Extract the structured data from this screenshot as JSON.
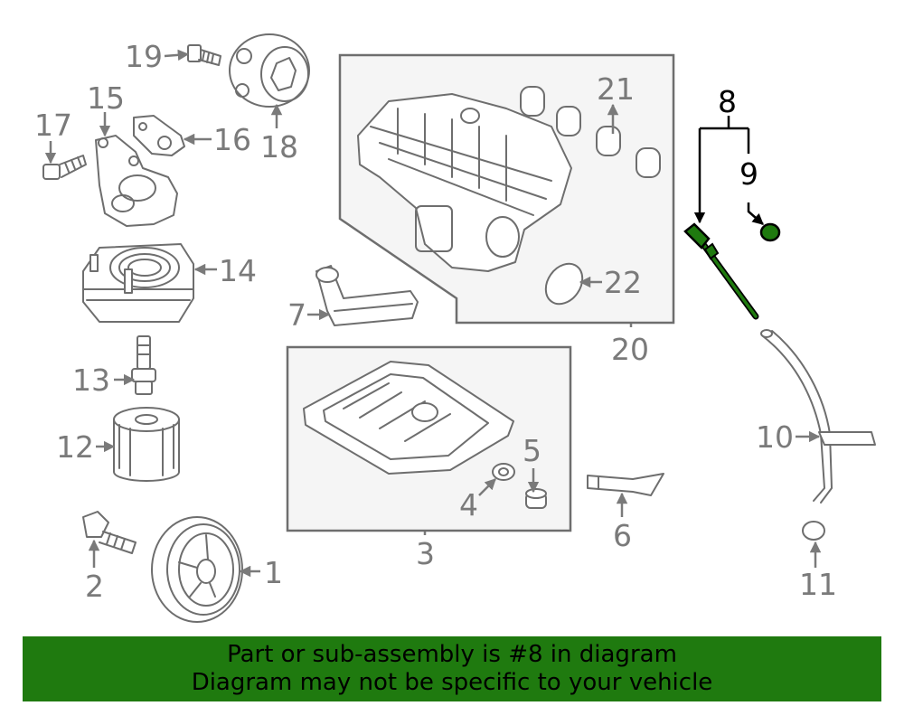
{
  "callouts": {
    "c1": "1",
    "c2": "2",
    "c3": "3",
    "c4": "4",
    "c5": "5",
    "c6": "6",
    "c7": "7",
    "c8": "8",
    "c9": "9",
    "c10": "10",
    "c11": "11",
    "c12": "12",
    "c13": "13",
    "c14": "14",
    "c15": "15",
    "c16": "16",
    "c17": "17",
    "c18": "18",
    "c19": "19",
    "c20": "20",
    "c21": "21",
    "c22": "22"
  },
  "highlight": {
    "part": "8",
    "color": "#1f7a0f",
    "banner_color": "#1f7a0f"
  },
  "banner": {
    "line1": "Part or sub-assembly is #8 in diagram",
    "line2": "Diagram may not be specific to your vehicle"
  }
}
